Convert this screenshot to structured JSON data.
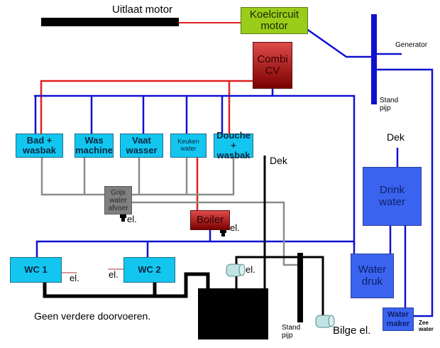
{
  "labels": {
    "uitlaat_motor": "Uitlaat motor",
    "generator": "Generator",
    "stand_pijp_top_1": "Stand",
    "stand_pijp_top_2": "pijp",
    "dek_right": "Dek",
    "dek_center": "Dek",
    "el_grijs": "el.",
    "el_boiler": "el.",
    "el_wc1": "el.",
    "el_wc2": "el.",
    "el_pump": "el.",
    "bilge": "Bilge el.",
    "stand_pijp_bottom_1": "Stand",
    "stand_pijp_bottom_2": "pijp",
    "zee_water_1": "Zee",
    "zee_water_2": "water",
    "note": "Geen verdere doorvoeren."
  },
  "boxes": {
    "koelcircuit": [
      "Koelcircuit",
      "motor"
    ],
    "combi_cv": [
      "Combi",
      "CV"
    ],
    "bad": [
      "Bad +",
      "wasbak"
    ],
    "was": [
      "Was",
      "machine"
    ],
    "vaat": [
      "Vaat",
      "wasser"
    ],
    "keuken": [
      "Keuken",
      "water"
    ],
    "douche": [
      "Douche +",
      "wasbak"
    ],
    "grijs": [
      "Grijs",
      "water",
      "afvoer"
    ],
    "boiler": [
      "Boiler"
    ],
    "drink": [
      "Drink",
      "water"
    ],
    "water_druk": [
      "Water",
      "druk"
    ],
    "water_maker": [
      "Water",
      "maker"
    ],
    "wc1": [
      "WC 1"
    ],
    "wc2": [
      "WC 2"
    ]
  },
  "colors": {
    "fresh_water": "#1010d0",
    "hot_water": "#e02020",
    "grey_water": "#8c8c8c",
    "black_water": "#000000"
  }
}
